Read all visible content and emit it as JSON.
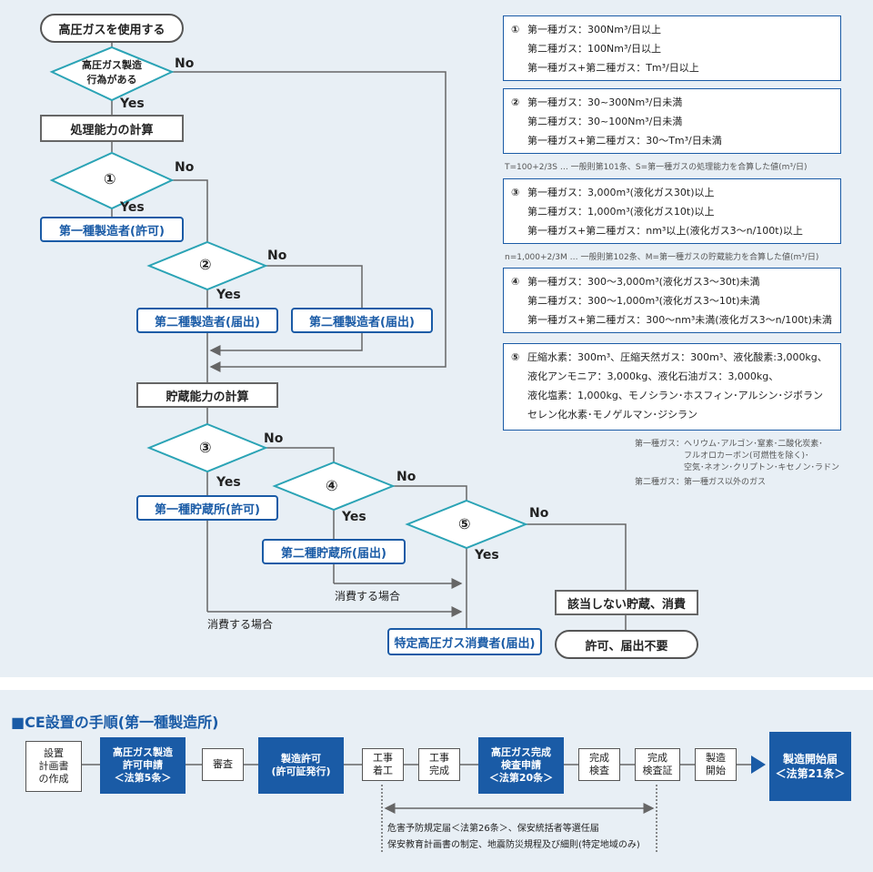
{
  "flow": {
    "start": "高圧ガスを使用する",
    "d_mfg": [
      "高圧ガス製造",
      "行為がある"
    ],
    "yes": "Yes",
    "no": "No",
    "calc_process": "処理能力の計算",
    "d1": "①",
    "d2": "②",
    "d3": "③",
    "d4": "④",
    "d5": "⑤",
    "mfg1": "第一種製造者(許可)",
    "mfg2a": "第二種製造者(届出)",
    "mfg2b": "第二種製造者(届出)",
    "calc_storage": "貯蔵能力の計算",
    "store1": "第一種貯蔵所(許可)",
    "store2": "第二種貯蔵所(届出)",
    "consumer": "特定高圧ガス消費者(届出)",
    "not_applicable": "該当しない貯蔵、消費",
    "not_required": "許可、届出不要",
    "consume1": "消費する場合",
    "consume2": "消費する場合"
  },
  "info": {
    "box1": [
      {
        "num": "①",
        "text": "第一種ガス：300Nm³/日以上"
      },
      {
        "num": "",
        "text": "第二種ガス：100Nm³/日以上"
      },
      {
        "num": "",
        "text": "第一種ガス+第二種ガス：Tm³/日以上"
      }
    ],
    "box2": [
      {
        "num": "②",
        "text": "第一種ガス：30~300Nm³/日未満"
      },
      {
        "num": "",
        "text": "第二種ガス：30~100Nm³/日未満"
      },
      {
        "num": "",
        "text": "第一種ガス+第二種ガス：30～Tm³/日未満"
      }
    ],
    "note_t": "T=100+2/3S … 一般則第101条、S=第一種ガスの処理能力を合算した値(m³/日)",
    "box3": [
      {
        "num": "③",
        "text": "第一種ガス：3,000m³(液化ガス30t)以上"
      },
      {
        "num": "",
        "text": "第二種ガス：1,000m³(液化ガス10t)以上"
      },
      {
        "num": "",
        "text": "第一種ガス+第二種ガス：nm³以上(液化ガス3～n/100t)以上"
      }
    ],
    "note_n": "n=1,000+2/3M … 一般則第102条、M=第一種ガスの貯蔵能力を合算した値(m³/日)",
    "box4": [
      {
        "num": "④",
        "text": "第一種ガス：300～3,000m³(液化ガス3～30t)未満"
      },
      {
        "num": "",
        "text": "第二種ガス：300～1,000m³(液化ガス3～10t)未満"
      },
      {
        "num": "",
        "text": "第一種ガス+第二種ガス：300～nm³未満(液化ガス3～n/100t)未満"
      }
    ],
    "box5": [
      {
        "num": "⑤",
        "text": "圧縮水素：300m³、圧縮天然ガス：300m³、液化酸素:3,000kg、"
      },
      {
        "num": "",
        "text": "液化アンモニア：3,000kg、液化石油ガス：3,000kg、"
      },
      {
        "num": "",
        "text": "液化塩素：1,000kg、モノシラン･ホスフィン･アルシン･ジボラン"
      },
      {
        "num": "",
        "text": "セレン化水素･モノゲルマン･ジシラン"
      }
    ],
    "gas_def": [
      "第一種ガス：ヘリウム･アルゴン･窒素･二酸化炭素･",
      "フルオロカーボン(可燃性を除く)･",
      "空気･ネオン･クリプトン･キセノン･ラドン",
      "第二種ガス：第一種ガス以外のガス"
    ]
  },
  "procedure": {
    "title": "■CE設置の手順(第一種製造所)",
    "steps": [
      [
        "設置",
        "計画書",
        "の作成"
      ],
      [
        "高圧ガス製造",
        "許可申請",
        "＜法第5条＞"
      ],
      [
        "審査"
      ],
      [
        "製造許可",
        "(許可証発行)"
      ],
      [
        "工事",
        "着工"
      ],
      [
        "工事",
        "完成"
      ],
      [
        "高圧ガス完成",
        "検査申請",
        "＜法第20条＞"
      ],
      [
        "完成",
        "検査"
      ],
      [
        "完成",
        "検査証"
      ],
      [
        "製造",
        "開始"
      ],
      [
        "製造開始届",
        "＜法第21条＞"
      ]
    ],
    "note": [
      "危害予防規定届＜法第26条＞、保安統括者等選任届",
      "保安教育計画書の制定、地震防災規程及び細則(特定地域のみ)"
    ]
  }
}
